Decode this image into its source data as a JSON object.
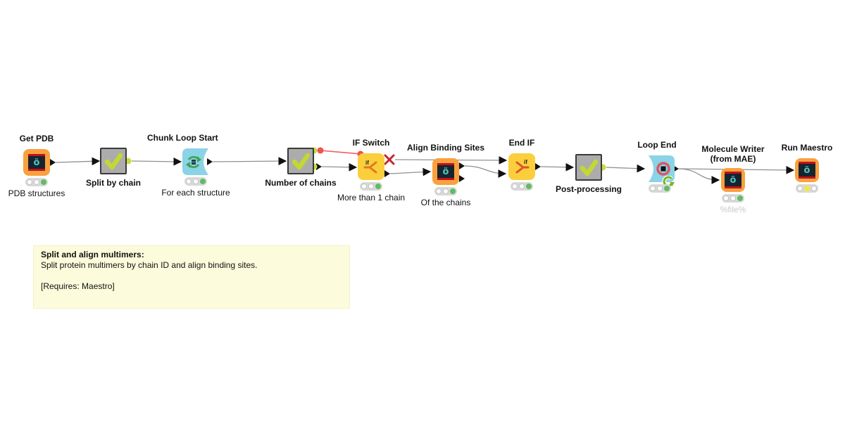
{
  "workflow_name": "Split and align multimers",
  "colors": {
    "node_orange": "#f9a13e",
    "node_yellow": "#fbce3c",
    "node_blue": "#8bd3e6",
    "node_gray": "#acacac",
    "check_green": "#c3d832",
    "status_green": "#5fbd61",
    "status_yellow": "#f2ea3d",
    "flow_variable_red": "#f0524d",
    "connection_gray": "#909090",
    "annotation_bg": "#fcfcdc"
  },
  "icons": {
    "schrodinger_glyph": "ö",
    "check_name": "checkmark-icon",
    "loop_start_name": "loop-arrows-icon",
    "loop_end_name": "loop-stop-icon",
    "if_switch_name": "if-branch-icon",
    "end_if_name": "if-merge-icon",
    "refresh_name": "loop-refresh-icon",
    "inactive_branch_name": "inactive-port-x-icon"
  },
  "nodes": [
    {
      "id": "get-pdb",
      "title": "Get PDB",
      "sublabel": "PDB structures",
      "type": "schrodinger",
      "status": "executed"
    },
    {
      "id": "split-by-chain",
      "title": "Split by chain",
      "type": "component",
      "status": "executed"
    },
    {
      "id": "chunk-loop-start",
      "title": "Chunk Loop Start",
      "sublabel": "For each structure",
      "type": "loop-start",
      "status": "executed"
    },
    {
      "id": "number-of-chains",
      "title": "Number of chains",
      "type": "component",
      "status": "executed"
    },
    {
      "id": "if-switch",
      "title": "IF Switch",
      "sublabel": "More than 1 chain",
      "type": "switch",
      "status": "executed"
    },
    {
      "id": "align-binding-sites",
      "title": "Align Binding Sites",
      "sublabel": "Of the chains",
      "type": "schrodinger",
      "status": "executed"
    },
    {
      "id": "end-if",
      "title": "End IF",
      "type": "switch",
      "status": "executed"
    },
    {
      "id": "post-processing",
      "title": "Post-processing",
      "type": "component",
      "status": "executed"
    },
    {
      "id": "loop-end",
      "title": "Loop End",
      "type": "loop-end",
      "status": "executed"
    },
    {
      "id": "molecule-writer",
      "title": "Molecule Writer",
      "title2": "(from MAE)",
      "sublabel": "%file%",
      "type": "schrodinger",
      "status": "executed"
    },
    {
      "id": "run-maestro",
      "title": "Run Maestro",
      "type": "schrodinger",
      "status": "configured"
    }
  ],
  "annotation": {
    "heading": "Split and align multimers:",
    "line1": "Split protein multimers by chain ID and align binding sites.",
    "line2": "[Requires: Maestro]"
  }
}
